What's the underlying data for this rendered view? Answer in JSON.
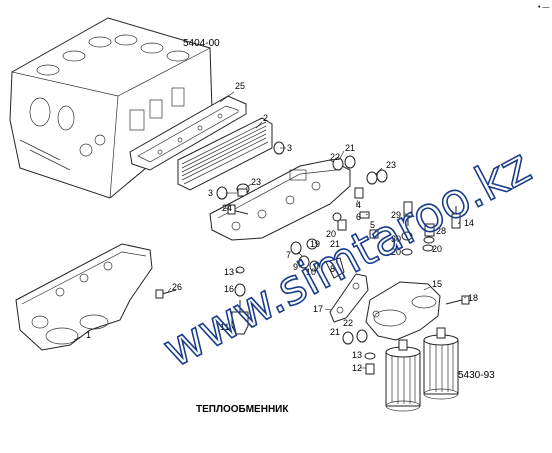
{
  "figure": {
    "title": "ТЕПЛООБМЕННИК",
    "refs": {
      "block": "5404-00",
      "filter": "5430-93"
    },
    "corner_mark": "• —",
    "watermark": "www.simtaroo.kz",
    "callouts": [
      {
        "id": "25",
        "label": "25"
      },
      {
        "id": "2",
        "label": "2"
      },
      {
        "id": "3a",
        "label": "3"
      },
      {
        "id": "3b",
        "label": "3"
      },
      {
        "id": "23a",
        "label": "23"
      },
      {
        "id": "24",
        "label": "24"
      },
      {
        "id": "21a",
        "label": "21"
      },
      {
        "id": "22a",
        "label": "22"
      },
      {
        "id": "23b",
        "label": "23"
      },
      {
        "id": "5",
        "label": "5"
      },
      {
        "id": "4",
        "label": "4"
      },
      {
        "id": "20a",
        "label": "20"
      },
      {
        "id": "6",
        "label": "6"
      },
      {
        "id": "21b",
        "label": "21"
      },
      {
        "id": "19",
        "label": "19"
      },
      {
        "id": "7",
        "label": "7"
      },
      {
        "id": "9",
        "label": "9"
      },
      {
        "id": "10",
        "label": "10"
      },
      {
        "id": "8",
        "label": "8"
      },
      {
        "id": "29",
        "label": "29"
      },
      {
        "id": "28",
        "label": "28"
      },
      {
        "id": "14",
        "label": "14"
      },
      {
        "id": "30",
        "label": "30"
      },
      {
        "id": "20b",
        "label": "20"
      },
      {
        "id": "20c",
        "label": "20"
      },
      {
        "id": "13a",
        "label": "13"
      },
      {
        "id": "16",
        "label": "16"
      },
      {
        "id": "26",
        "label": "26"
      },
      {
        "id": "11",
        "label": "11"
      },
      {
        "id": "1",
        "label": "1"
      },
      {
        "id": "17",
        "label": "17"
      },
      {
        "id": "15",
        "label": "15"
      },
      {
        "id": "18",
        "label": "18"
      },
      {
        "id": "22b",
        "label": "22"
      },
      {
        "id": "21c",
        "label": "21"
      },
      {
        "id": "13b",
        "label": "13"
      },
      {
        "id": "12",
        "label": "12"
      }
    ]
  }
}
